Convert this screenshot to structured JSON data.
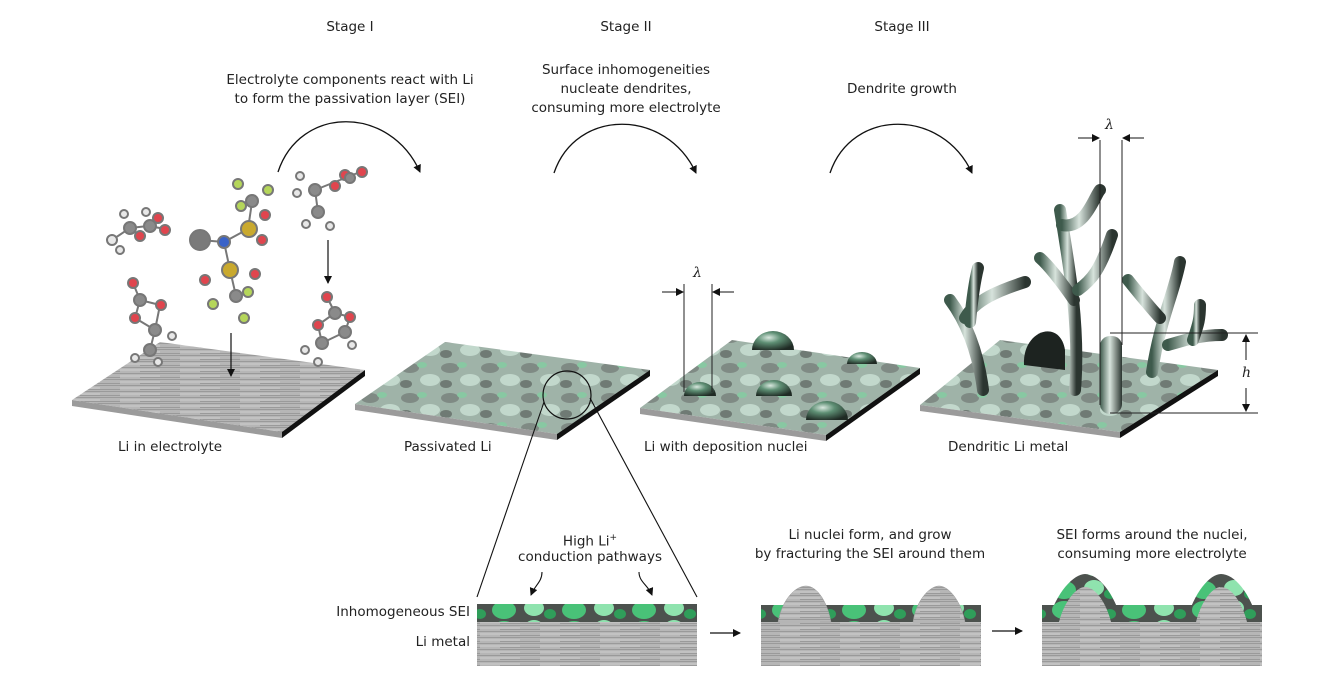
{
  "figure": {
    "stages": [
      {
        "title": "Stage I",
        "description_lines": [
          "Electrolyte components react with Li",
          "to form the passivation layer (SEI)"
        ]
      },
      {
        "title": "Stage II",
        "description_lines": [
          "Surface inhomogeneities",
          "nucleate dendrites,",
          "consuming more electrolyte"
        ]
      },
      {
        "title": "Stage III",
        "description_lines": [
          "Dendrite growth"
        ]
      }
    ],
    "panels": [
      {
        "label": "Li in electrolyte"
      },
      {
        "label": "Passivated Li"
      },
      {
        "label": "Li with deposition nuclei"
      },
      {
        "label": "Dendritic Li metal"
      }
    ],
    "annotations": {
      "lambda_symbol": "λ",
      "height_symbol": "h"
    },
    "cross_section": {
      "sei_label": "Inhomogeneous SEI",
      "metal_label": "Li metal",
      "pathways_label_line1": "High Li",
      "pathways_label_sup": "+",
      "pathways_label_line2": "conduction pathways",
      "step2_lines": [
        "Li nuclei form, and grow",
        "by fracturing the SEI around them"
      ],
      "step3_lines": [
        "SEI forms around the nuclei,",
        "consuming more electrolyte"
      ]
    },
    "molecule_colors": {
      "carbon": "#8a8a8a",
      "oxygen": "#e0454e",
      "hydrogen": "#e8e8e8",
      "fluorine": "#b5d65a",
      "sulfur": "#c9a92e",
      "nitrogen": "#3a63c8",
      "lithium": "#7a7a7a"
    },
    "material_colors": {
      "li_metal": "#b0b0b0",
      "sei_green": "#5fd08a",
      "sei_dark": "#4a4f4c",
      "dendrite": "#6f8f80"
    }
  }
}
